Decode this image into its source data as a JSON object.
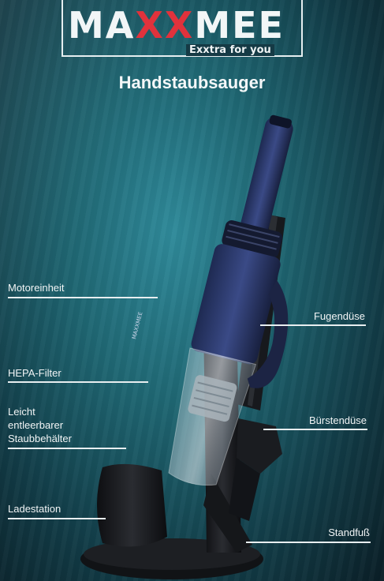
{
  "brand": {
    "name_part1": "MA",
    "name_part2": "XX",
    "name_part3": "MEE",
    "tagline": "Exxtra for you"
  },
  "product_title": "Handstaubsauger",
  "labels": {
    "motor_unit": "Motoreinheit",
    "hepa_filter": "HEPA-Filter",
    "container_line1": "Leicht",
    "container_line2": "entleerbarer",
    "container_line3": "Staubbehälter",
    "charging_station": "Ladestation",
    "crevice_nozzle": "Fugendüse",
    "brush_nozzle": "Bürstendüse",
    "stand": "Standfuß"
  },
  "device_print": "MAXXMEE"
}
